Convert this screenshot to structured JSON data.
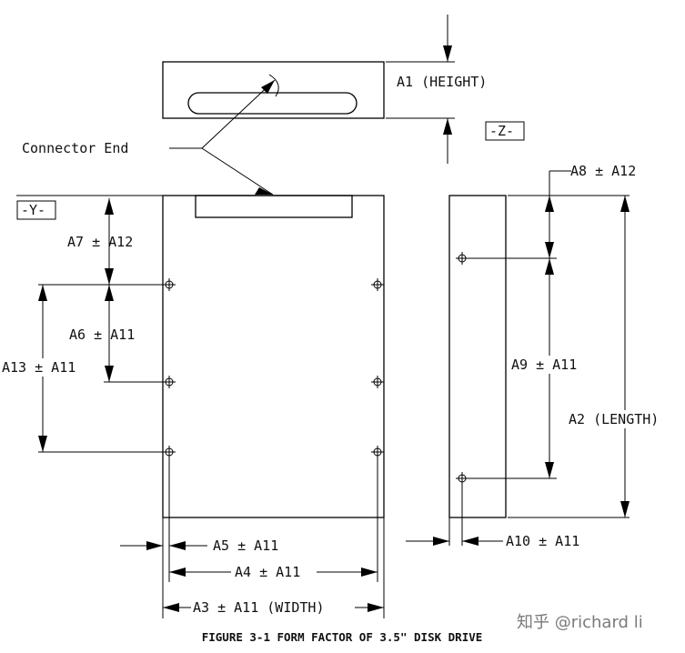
{
  "labels": {
    "a1": "A1 (HEIGHT)",
    "z_datum": "-Z-",
    "connector_end": "Connector End",
    "y_datum": "-Y-",
    "a8": "A8 ± A12",
    "a7": "A7 ± A12",
    "a6": "A6 ± A11",
    "a13": "A13 ± A11",
    "a9": "A9 ± A11",
    "a2": "A2 (LENGTH)",
    "a5": "A5 ± A11",
    "a4": "A4 ± A11",
    "a10": "A10 ± A11",
    "a3": "A3 ± A11 (WIDTH)"
  },
  "caption": "FIGURE 3-1 FORM FACTOR OF 3.5\" DISK DRIVE",
  "watermark": "知乎 @richard li"
}
